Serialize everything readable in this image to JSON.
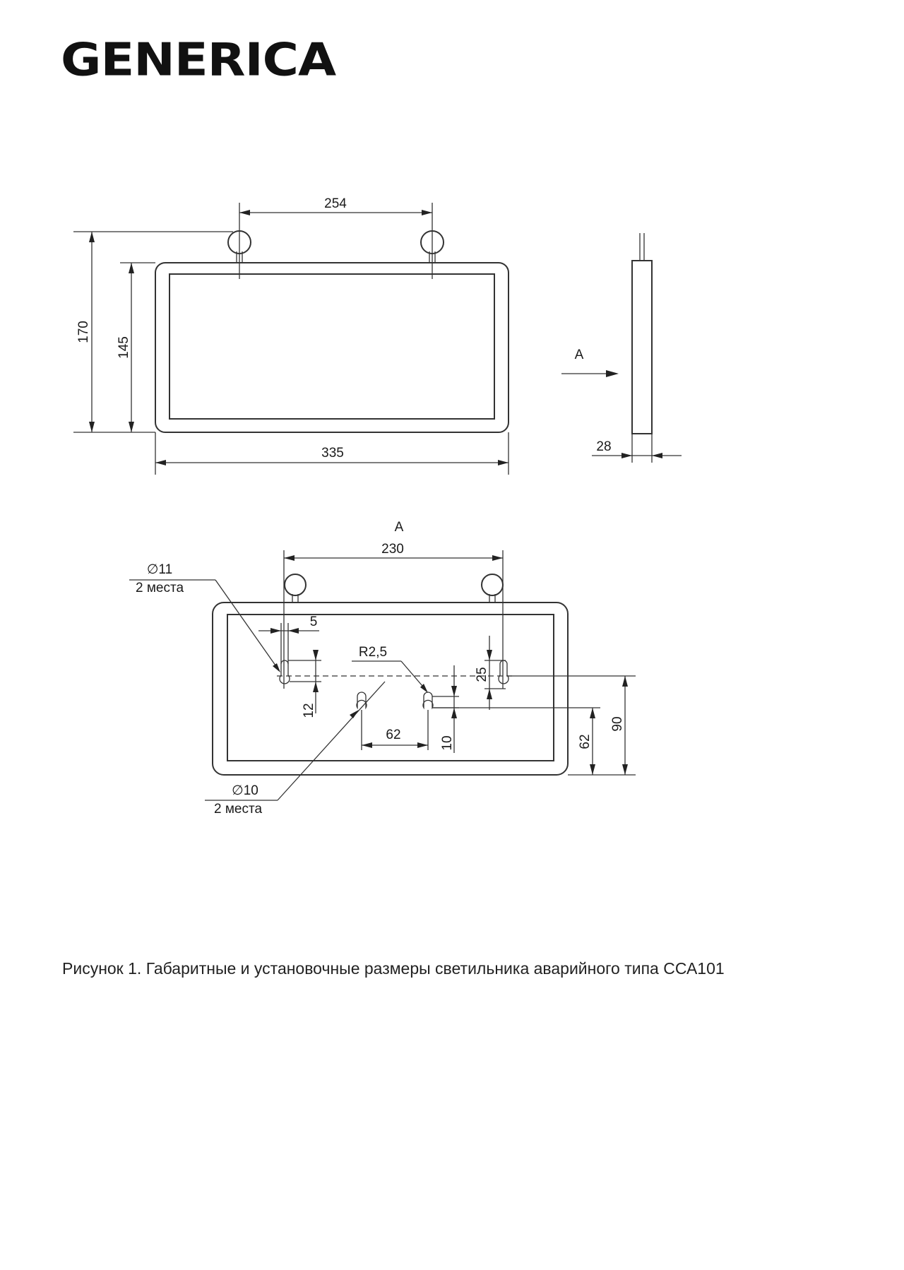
{
  "brand": {
    "logo": "GENERICA"
  },
  "front_view": {
    "hook_spacing": "254",
    "total_height": "170",
    "body_height": "145",
    "width": "335"
  },
  "side_view": {
    "view_marker": "A",
    "depth": "28"
  },
  "rear_view": {
    "title": "A",
    "hook_spacing": "230",
    "hole_large_diameter": "∅11",
    "hole_large_count": "2 места",
    "slot_width": "5",
    "radius": "R2,5",
    "slot_length": "12",
    "vertical_offset": "25",
    "small_holes_spacing": "62",
    "small_hole_offset": "10",
    "hole_small_diameter": "∅10",
    "hole_small_count": "2 места",
    "lower_height": "62",
    "upper_height": "90"
  },
  "caption": "Рисунок 1. Габаритные и установочные размеры светильника аварийного типа ССА101"
}
